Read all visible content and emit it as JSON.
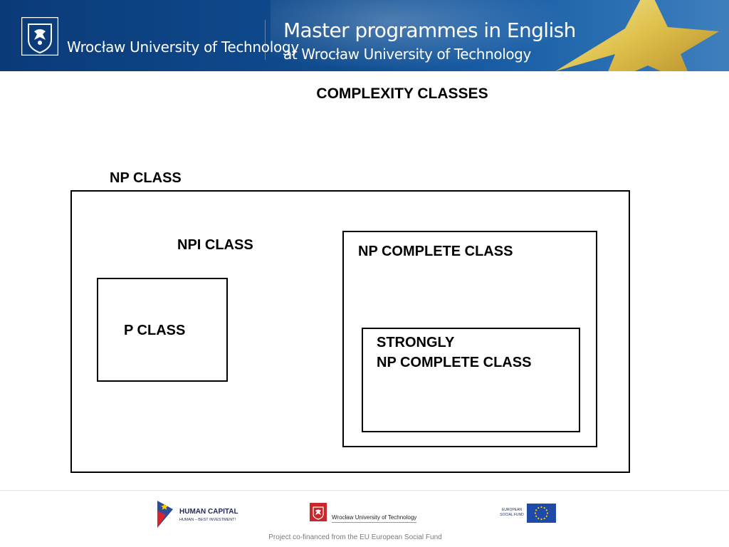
{
  "header": {
    "university_name": "Wrocław University of Technology",
    "programme_line1": "Master programmes in English",
    "programme_line2": "at Wrocław University of Technology"
  },
  "slide": {
    "title": "COMPLEXITY CLASSES"
  },
  "diagram": {
    "np_class": "NP CLASS",
    "npi_class": "NPI CLASS",
    "p_class": "P CLASS",
    "np_complete_class": "NP COMPLETE CLASS",
    "strongly_line1": "STRONGLY",
    "strongly_line2": "NP COMPLETE CLASS"
  },
  "footer": {
    "human_capital": "HUMAN CAPITAL",
    "human_capital_sub": "HUMAN – BEST INVESTMENT!",
    "wut_name": "Wrocław University of Technology",
    "esf_label": "EUROPEAN SOCIAL FUND",
    "cofinanced": "Project co-financed from the EU European Social Fund"
  },
  "colors": {
    "header_blue": "#0f4c8f",
    "eu_flag_blue": "#1f4aa8",
    "eu_star_yellow": "#f4d20a",
    "wut_red": "#c9272c"
  }
}
